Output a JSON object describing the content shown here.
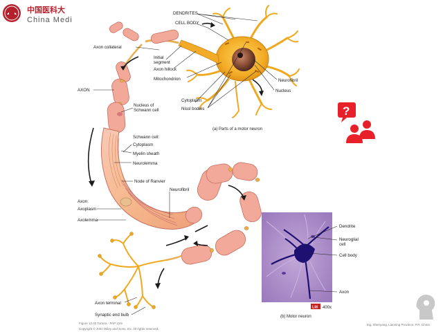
{
  "logo": {
    "chinese": "中国医科大",
    "english": "China Medi"
  },
  "labels": {
    "dendrites": "DENDRITES",
    "cell_body": "CELL BODY",
    "axon_collateral": "Axon collateral",
    "initial_segment_1": "Initial",
    "initial_segment_2": "segment",
    "axon_hillock": "Axon hillock",
    "mitochondrion": "Mitochondrion",
    "axon": "AXON",
    "nucleus_of_schwann_1": "Nucleus of",
    "nucleus_of_schwann_2": "Schwann cell",
    "neurofibril_top": "Neurofibril",
    "nucleus": "Nucleus",
    "cytoplasm_top": "Cytoplasm",
    "nissl_bodies": "Nissl bodies",
    "schwann_cell": "Schwann cell:",
    "cytoplasm": "Cytoplasm",
    "myelin_sheath": "Myelin sheath",
    "neurolemma": "Neurolemma",
    "node_of_ranvier": "Node of Ranvier",
    "neurofibril_mid": "Neurofibril",
    "axon_colon": "Axon:",
    "axoplasm": "Axoplasm",
    "axolemma": "Axolemma",
    "axon_terminal": "Axon terminal",
    "synaptic_end_bulb": "Synaptic end bulb",
    "dendrite": "Dendrite",
    "neuroglial_1": "Neuroglial",
    "neuroglial_2": "cell",
    "cell_body_lm": "Cell body",
    "axon_lm": "Axon"
  },
  "captions": {
    "part_a": "(a) Parts of a motor neuron",
    "part_b": "(b) Motor neuron",
    "lm_badge": "LM",
    "magnification": "400x",
    "figure_line": "Figure 12.02  Tortora - PAP 12/e",
    "copyright": "Copyright © John Wiley and Sons, Inc. All rights reserved.",
    "footer_location": "ing, Shenyang, Liaoning Province, P.R. China"
  },
  "colors": {
    "myelin": "#f3a99a",
    "dendrite": "#f0a81e",
    "brand_red": "#b5212c",
    "question_red": "#e8202a",
    "stain_purple": "#a07cc0"
  },
  "icons": {
    "logo": "university-seal-icon",
    "question": "question-people-icon",
    "lightbulb": "head-lightbulb-icon"
  }
}
